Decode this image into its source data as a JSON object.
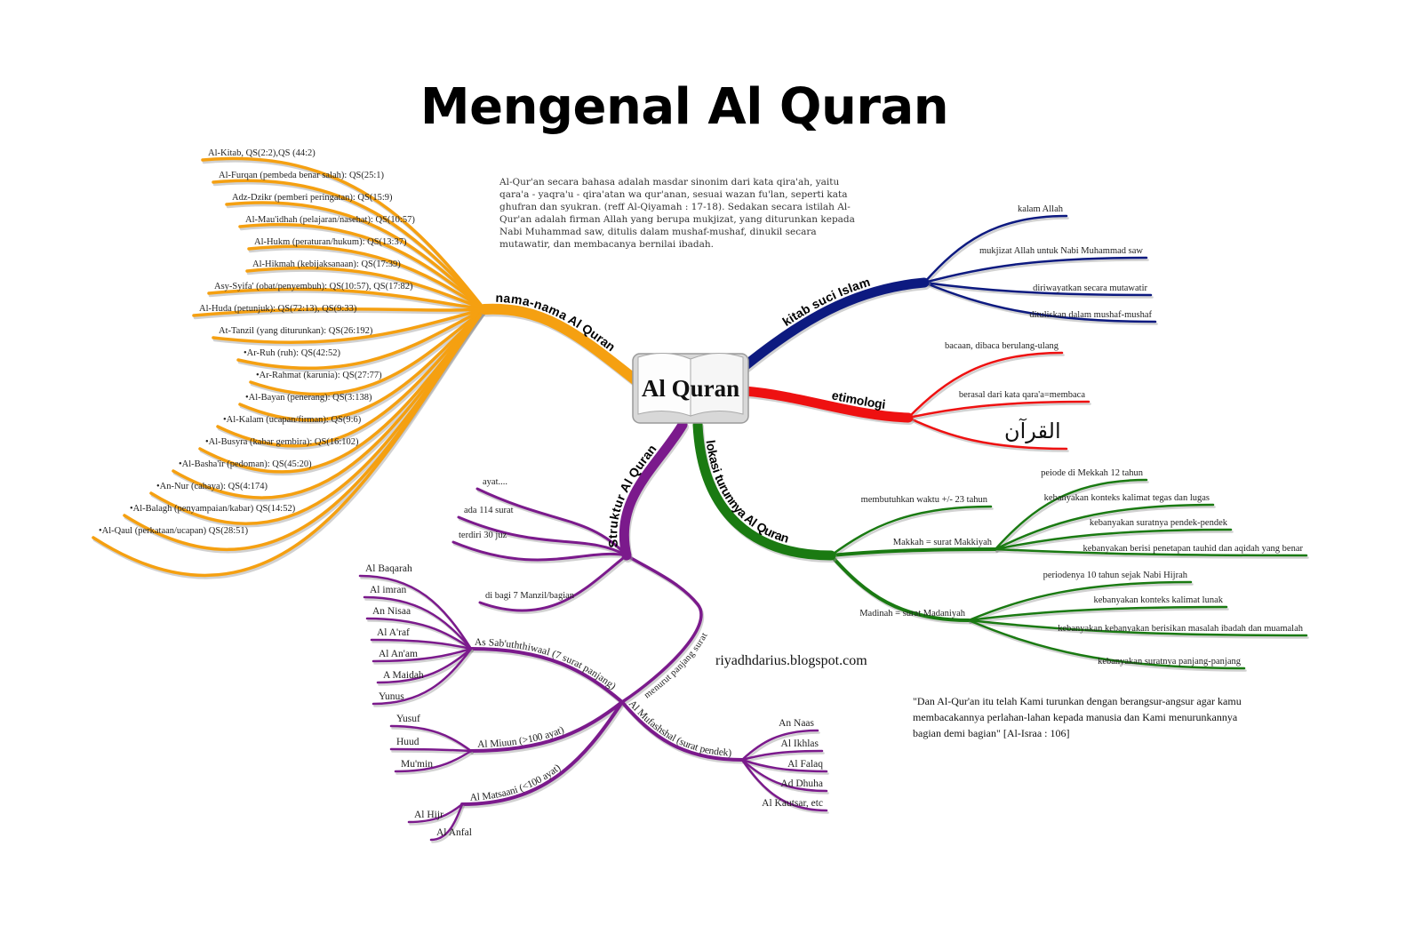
{
  "title": "Mengenal Al Quran",
  "description": "Al-Qur'an secara bahasa adalah masdar sinonim dari kata qira'ah, yaitu qara'a - yaqra'u -  qira'atan wa qur'anan, sesuai wazan fu'lan, seperti kata ghufran dan syukran. (reff Al-Qiyamah : 17-18).  Sedakan secara istilah Al-Qur'an adalah firman Allah yang berupa mukjizat, yang diturunkan kepada  Nabi Muhammad saw, ditulis dalam mushaf-mushaf, dinukil secara mutawatir, dan membacanya bernilai ibadah.",
  "center": "Al Quran",
  "website": "riyadhdarius.blogspot.com",
  "quote": "\"Dan Al-Qur'an itu telah Kami turunkan dengan berangsur-angsur agar kamu membacakannya perlahan-lahan kepada manusia dan Kami menurunkannya bagian demi bagian\" [Al-Israa : 106]",
  "branches": {
    "nama": {
      "label": "nama-nama Al Quran",
      "color": "#f5a011",
      "items": [
        "Al-Kitab, QS(2:2),QS (44:2)",
        "Al-Furqan (pembeda benar salah): QS(25:1)",
        "Adz-Dzikr (pemberi peringatan): QS(15:9)",
        "Al-Mau'idhah (pelajaran/nasehat): QS(10:57)",
        "Al-Hukm (peraturan/hukum): QS(13:37)",
        "Al-Hikmah (kebijaksanaan): QS(17:39)",
        "Asy-Syifa' (obat/penyembuh): QS(10:57), QS(17:82)",
        "Al-Huda (petunjuk): QS(72:13), QS(9:33)",
        "At-Tanzil (yang diturunkan): QS(26:192)",
        "•Ar-Ruh (ruh): QS(42:52)",
        "•Ar-Rahmat (karunia): QS(27:77)",
        "•Al-Bayan (penerang): QS(3:138)",
        "•Al-Kalam (ucapan/firman): QS(9:6)",
        "•Al-Busyra (kabar gembira): QS(16:102)",
        "•Al-Basha'ir (pedoman): QS(45:20)",
        "•An-Nur (cahaya): QS(4:174)",
        "•Al-Balagh (penyampaian/kabar) QS(14:52)",
        "•Al-Qaul (perkataan/ucapan) QS(28:51)"
      ]
    },
    "kitab": {
      "label": "kitab suci Islam",
      "color": "#0d1a80",
      "items": [
        "kalam Allah",
        "mukjizat Allah untuk Nabi Muhammad saw",
        "diriwayatkan secara mutawatir",
        "dituliskan dalam mushaf-mushaf"
      ]
    },
    "etimologi": {
      "label": "etimologi",
      "color": "#ee1111",
      "items": [
        "bacaan, dibaca berulang-ulang",
        "berasal dari kata qara'a=membaca",
        "القرآن"
      ]
    },
    "lokasi": {
      "label": "lokasi turunnya Al Quran",
      "color": "#1a7a12",
      "waktu": "membutuhkan waktu +/- 23 tahun",
      "makkah": {
        "label": "Makkah = surat Makkiyah",
        "items": [
          "peiode di Mekkah 12 tahun",
          "kebanyakan konteks kalimat tegas dan lugas",
          "kebanyakan suratnya pendek-pendek",
          "kebanyakan berisi penetapan tauhid dan aqidah yang benar"
        ]
      },
      "madinah": {
        "label": "Madinah = surat Madaniyah",
        "items": [
          "periodenya 10 tahun sejak Nabi Hijrah",
          "kebanyakan konteks kalimat lunak",
          "kebanyakan kebanyakan berisikan masalah ibadah dan muamalah",
          "kebanyakan suratnya panjang-panjang"
        ]
      }
    },
    "struktur": {
      "label": "Struktur Al Quran",
      "color": "#7b1a8c",
      "items": [
        "ayat....",
        "ada 114 surat",
        "terdiri 30 juz",
        "di bagi 7 Manzil/bagian"
      ],
      "group": {
        "label": "menurut panjang surat",
        "items": [
          {
            "label": "As Sab'uththiwaal (7 surat panjang)",
            "items": [
              "Al Baqarah",
              "Al imran",
              "An Nisaa",
              "Al A'raf",
              "Al An'am",
              "A Maidah",
              "Yunus"
            ]
          },
          {
            "label": "Al Miuun (>100 ayat)",
            "items": [
              "Yusuf",
              "Huud",
              "Mu'min"
            ]
          },
          {
            "label": "Al Matsaani (<100 ayat)",
            "items": [
              "Al Hijr",
              "Al Anfal"
            ]
          },
          {
            "label": "Al Mufashshal (surat pendek)",
            "items": [
              "An Naas",
              "Al Ikhlas",
              "Al Falaq",
              "Ad Dhuha",
              "Al Kautsar, etc"
            ]
          }
        ]
      }
    }
  }
}
